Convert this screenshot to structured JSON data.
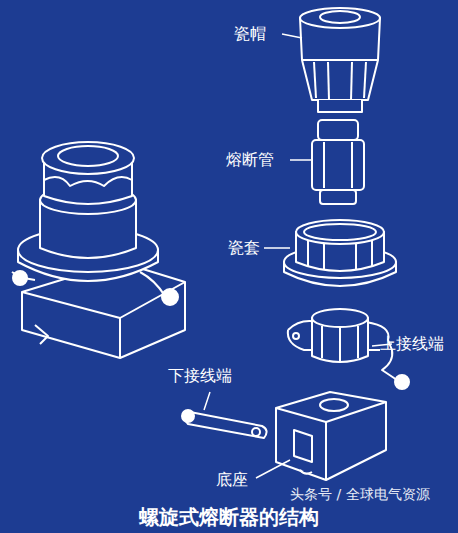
{
  "diagram": {
    "title": "螺旋式熔断器的结构",
    "labels": [
      "瓷帽",
      "熔断管",
      "瓷套",
      "上接线端",
      "下接线端",
      "底座",
      "头条号 / 全球电气资源"
    ]
  }
}
